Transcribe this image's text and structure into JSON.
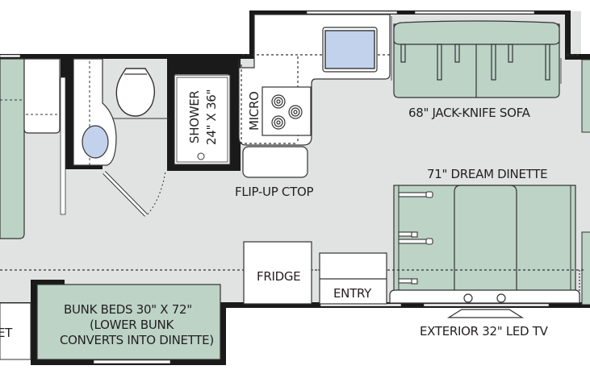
{
  "floorplan": {
    "colors": {
      "floor": "#e1e3e2",
      "wall": "#1a1a1a",
      "furniture_green": "#bcd3c6",
      "fixture_blue": "#c3d2ec",
      "white": "#ffffff",
      "text": "#231f20"
    },
    "labels": {
      "shower": "SHOWER",
      "shower_size": "24\" X 36\"",
      "micro": "MICRO",
      "flip_up": "FLIP-UP CTOP",
      "sofa": "68\" JACK-KNIFE SOFA",
      "dinette": "71\" DREAM DINETTE",
      "fridge": "FRIDGE",
      "entry": "ENTRY",
      "tv": "EXTERIOR 32\" LED TV",
      "bunk_line1": "BUNK BEDS 30\" X 72\"",
      "bunk_line2": "(LOWER BUNK",
      "bunk_line3": "CONVERTS INTO DINETTE)",
      "closet_partial": "ET"
    }
  }
}
